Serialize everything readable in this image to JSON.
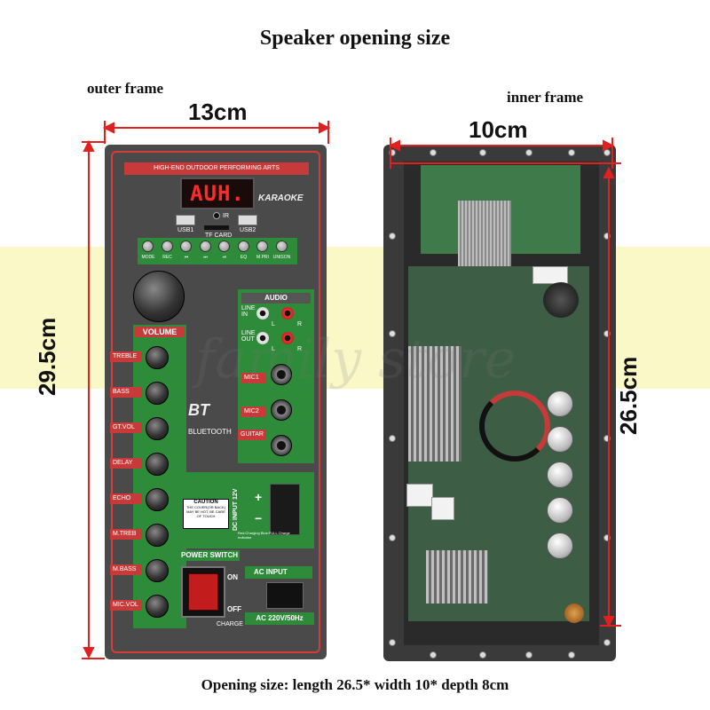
{
  "title": "Speaker opening size",
  "labels": {
    "outer_frame": "outer frame",
    "inner_frame": "inner frame"
  },
  "dimensions": {
    "outer_width": "13cm",
    "outer_height": "29.5cm",
    "inner_width": "10cm",
    "inner_height": "26.5cm"
  },
  "footer": "Opening size: length 26.5* width 10* depth 8cm",
  "watermark": "family store",
  "panel": {
    "banner": "HIGH-END OUTDOOR PERFORMING ARTS",
    "display": "AUH.",
    "brand": "KARAOKE",
    "usb1": "USB1",
    "usb2": "USB2",
    "ir": "IR",
    "tf_card": "TF CARD",
    "buttons": [
      "MODE",
      "REC",
      "⏮",
      "⏭",
      "⏯",
      "EQ",
      "M.PRI",
      "UNISON"
    ],
    "volume": "VOLUME",
    "knobs": [
      "TREBLE",
      "BASS",
      "GT.VOL",
      "DELAY",
      "ECHO",
      "M.TREB",
      "M.BASS",
      "MIC.VOL"
    ],
    "audio": "AUDIO",
    "line_in": "LINE IN",
    "line_out": "LINE OUT",
    "l": "L",
    "r": "R",
    "mic1": "MIC1",
    "mic2": "MIC2",
    "guitar": "GUITAR",
    "bt_logo": "BT",
    "bluetooth": "BLUETOOTH",
    "caution_title": "CAUTION",
    "caution_text": "THE COVER(OR BACK) MAY BE HOT, BE CARE OF TOUCH",
    "dc_input": "DC INPUT 12V",
    "plus": "+",
    "minus": "−",
    "charging_note": "Red:Charging Blue:FULL Charge Indicator",
    "power_switch": "POWER SWITCH",
    "on": "ON",
    "off": "OFF",
    "charge": "CHARGE",
    "ac_input": "AC INPUT",
    "ac_rating": "AC 220V/50Hz"
  },
  "colors": {
    "dimension_line": "#e0211f",
    "panel_red": "#c83a3a",
    "panel_green": "#2e8b3a",
    "highlight_band": "#fbf8c8"
  }
}
